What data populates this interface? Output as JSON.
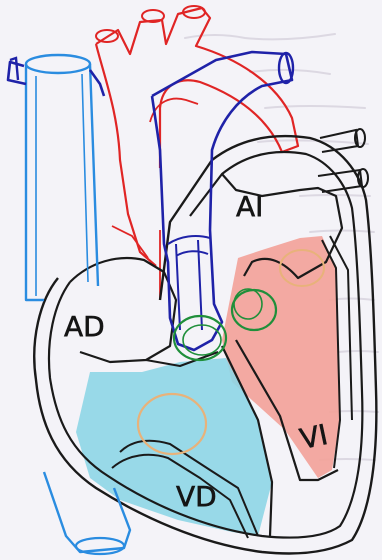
{
  "labels": {
    "ai": "AI",
    "ad": "AD",
    "vi": "VI",
    "vd": "VD"
  },
  "colors": {
    "paper": "#f4f3f8",
    "ruled_text": "#dcd8e2",
    "outline": "#1a1a1a",
    "aorta": "#e02525",
    "vena_cava": "#2a8ce0",
    "pulmonary_artery": "#1f22a8",
    "left_ventricle_fill": "#f2a39a",
    "right_ventricle_fill": "#8ed6e6",
    "valve_green": "#1f8f3a",
    "valve_orange": "#e8b27a"
  }
}
